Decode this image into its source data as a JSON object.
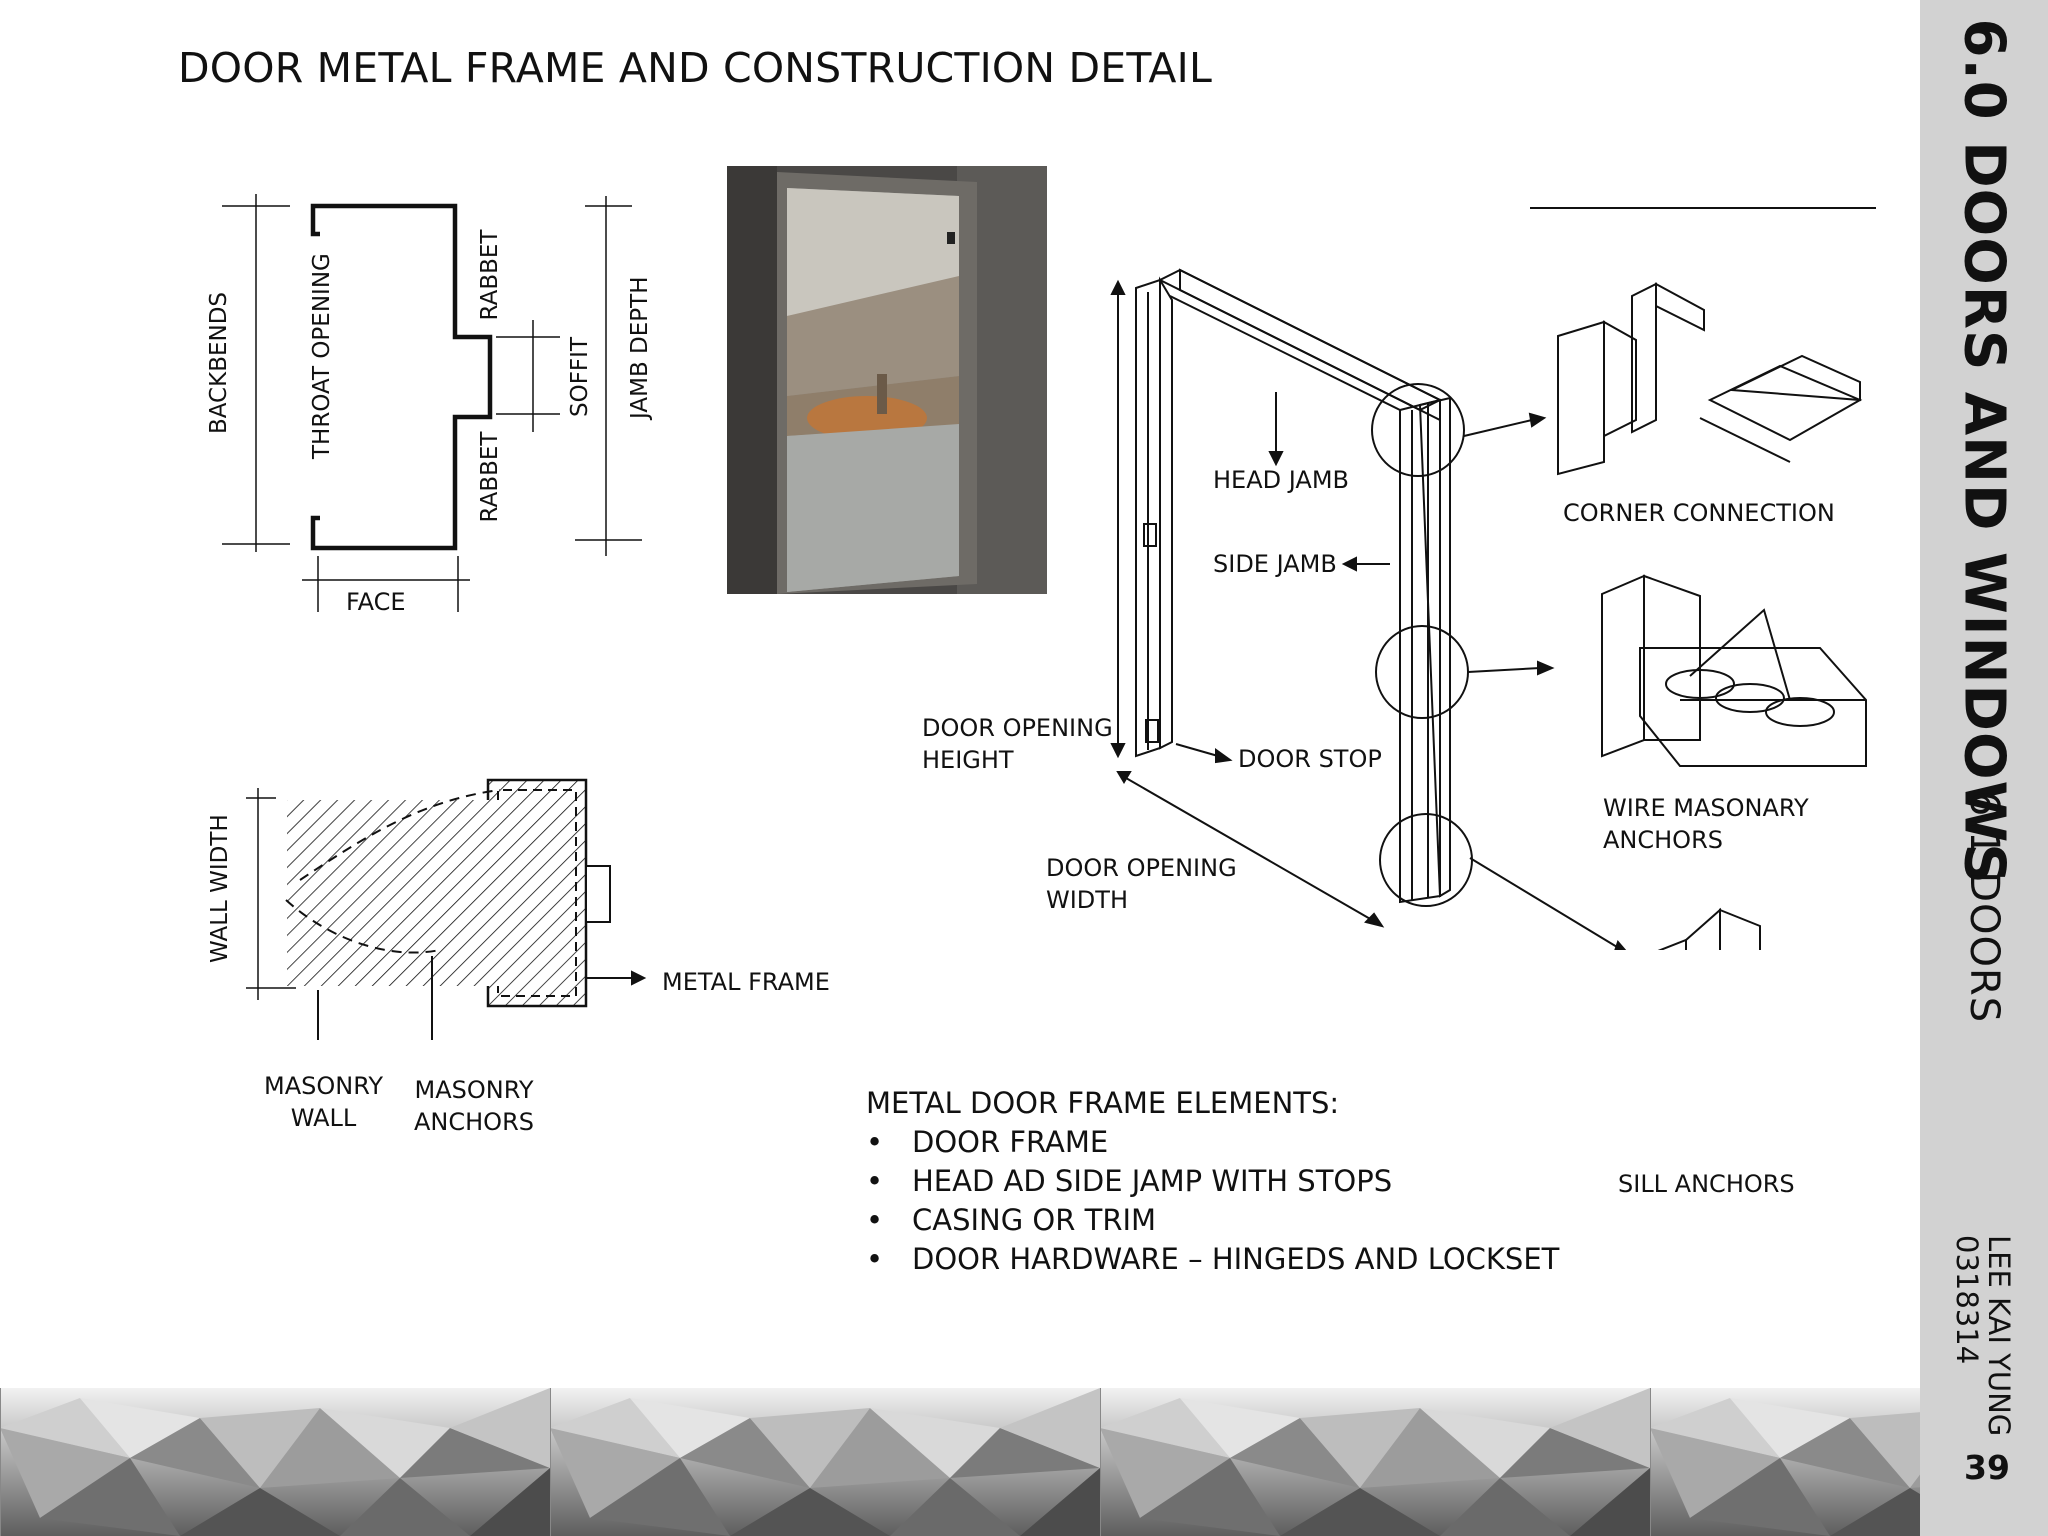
{
  "title": "DOOR METAL FRAME AND CONSTRUCTION DETAIL",
  "sidebar": {
    "section": "6.0 DOORS AND WINDOWS",
    "subsection": "6.1 DOORS",
    "author_name": "LEE KAI YUNG",
    "student_id": "0318314",
    "page_number": "39",
    "background": "#d2d2d2"
  },
  "profile_diagram": {
    "backbends": "BACKBENDS",
    "throat_opening": "THROAT OPENING",
    "rabbet_top": "RABBET",
    "rabbet_bottom": "RABBET",
    "soffit": "SOFFIT",
    "jamb_depth": "JAMB DEPTH",
    "face": "FACE"
  },
  "wall_diagram": {
    "wall_width": "WALL WIDTH",
    "metal_frame": "METAL FRAME",
    "masonry_wall": [
      "MASONRY",
      "WALL"
    ],
    "masonry_anchors": [
      "MASONRY",
      "ANCHORS"
    ]
  },
  "frame_diagram": {
    "head_jamb": "HEAD JAMB",
    "side_jamb": "SIDE JAMB",
    "door_stop": "DOOR STOP",
    "door_opening_height": [
      "DOOR OPENING",
      "HEIGHT"
    ],
    "door_opening_width": [
      "DOOR OPENING",
      "WIDTH"
    ],
    "corner_connection": "CORNER CONNECTION",
    "wire_masonry_anchors": [
      "WIRE MASONARY",
      "ANCHORS"
    ],
    "sill_anchors": "SILL ANCHORS"
  },
  "elements": {
    "heading": "METAL DOOR FRAME ELEMENTS:",
    "items": [
      "DOOR FRAME",
      "HEAD AD SIDE JAMP WITH STOPS",
      "CASING OR TRIM",
      "DOOR HARDWARE – HINGEDS AND LOCKSET"
    ]
  }
}
